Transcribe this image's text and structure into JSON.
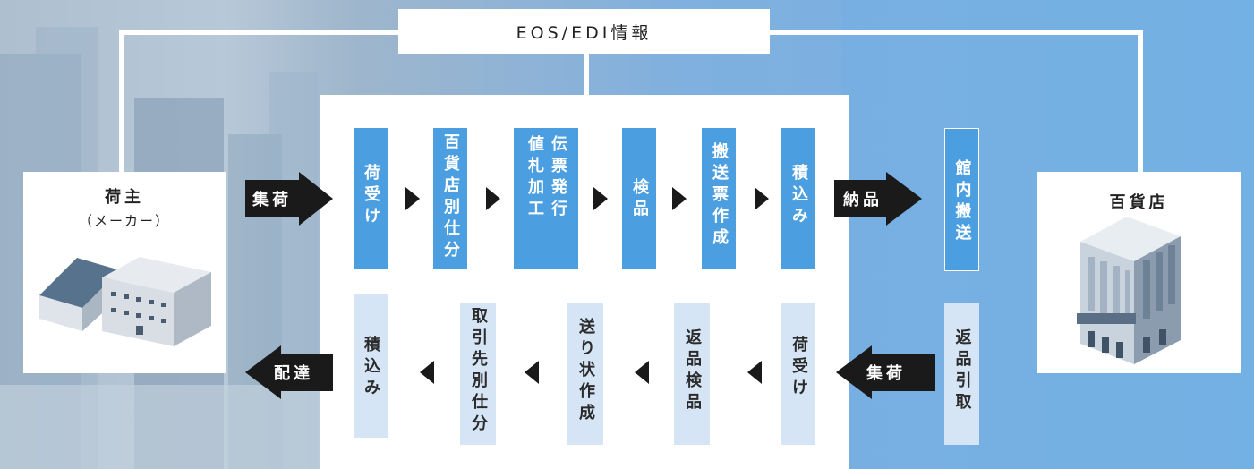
{
  "info_label": "EOS/EDI情報",
  "shipper": {
    "title": "荷主",
    "subtitle": "（メーカー）"
  },
  "store": {
    "title": "百貨店"
  },
  "labels": {
    "collect_top": "集荷",
    "deliver": "納品",
    "collect_bottom": "集荷",
    "distribute": "配達"
  },
  "top_flow": [
    {
      "text": "荷受け"
    },
    {
      "text": "百貨店別仕分"
    },
    {
      "text": "伝票発行",
      "text2": "値札加工"
    },
    {
      "text": "検品"
    },
    {
      "text": "搬送票作成"
    },
    {
      "text": "積込み"
    }
  ],
  "in_store": "館内搬送",
  "returns_pickup": "返品引取",
  "bottom_flow": [
    {
      "text": "荷受け"
    },
    {
      "text": "返品検品"
    },
    {
      "text": "送り状作成"
    },
    {
      "text": "取引先別仕分"
    },
    {
      "text": "積込み"
    }
  ],
  "colors": {
    "process_box": "#4b9fe0",
    "return_box": "#d5e5f6",
    "arrow": "#1a1a1a",
    "line": "#ffffff"
  }
}
